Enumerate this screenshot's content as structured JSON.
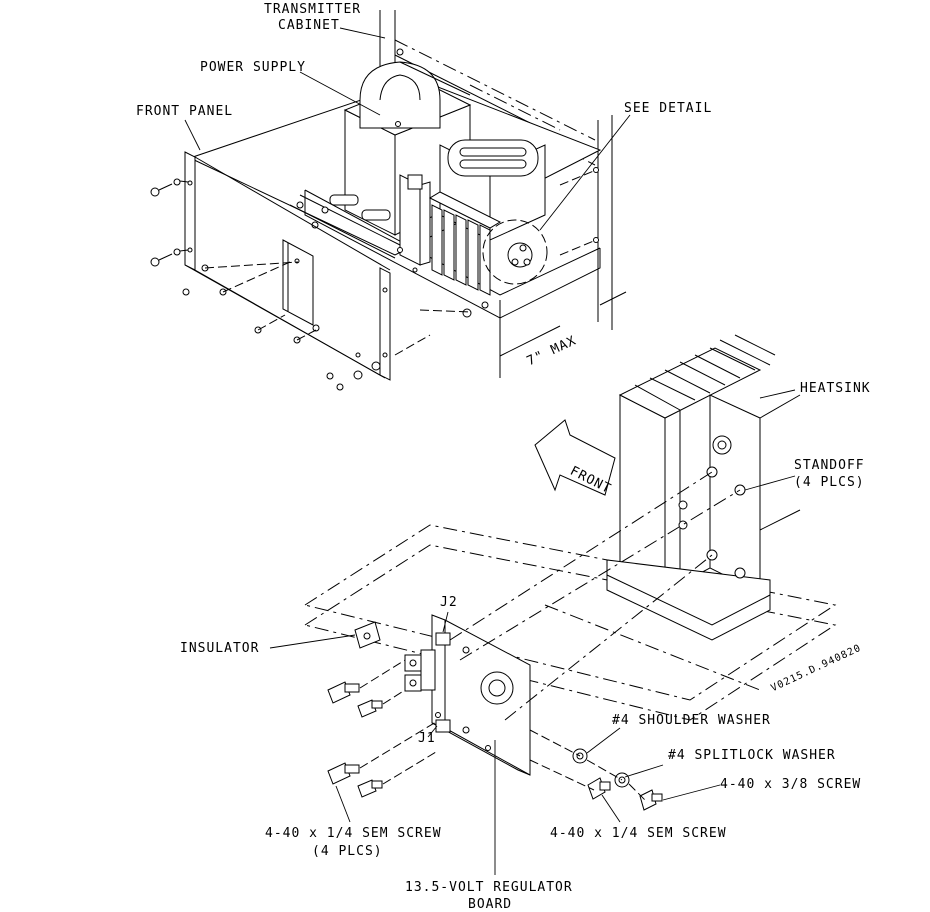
{
  "labels": {
    "transmitter_cabinet_1": "TRANSMITTER",
    "transmitter_cabinet_2": "CABINET",
    "power_supply": "POWER SUPPLY",
    "front_panel": "FRONT PANEL",
    "see_detail": "SEE DETAIL",
    "seven_max": "7\" MAX",
    "heatsink": "HEATSINK",
    "front_arrow": "FRONT",
    "standoff_1": "STANDOFF",
    "standoff_2": "(4 PLCS)",
    "drawing_number": "V0215.D.940820",
    "insulator": "INSULATOR",
    "j2": "J2",
    "j1": "J1",
    "shoulder_washer": "#4 SHOULDER WASHER",
    "splitlock_washer": "#4 SPLITLOCK WASHER",
    "screw_38": "4-40 x 3/8 SCREW",
    "sem_screw_right": "4-40 x 1/4 SEM SCREW",
    "sem_screw_left_1": "4-40 x 1/4 SEM SCREW",
    "sem_screw_left_2": "(4 PLCS)",
    "regulator_board_1": "13.5-VOLT REGULATOR",
    "regulator_board_2": "BOARD"
  }
}
